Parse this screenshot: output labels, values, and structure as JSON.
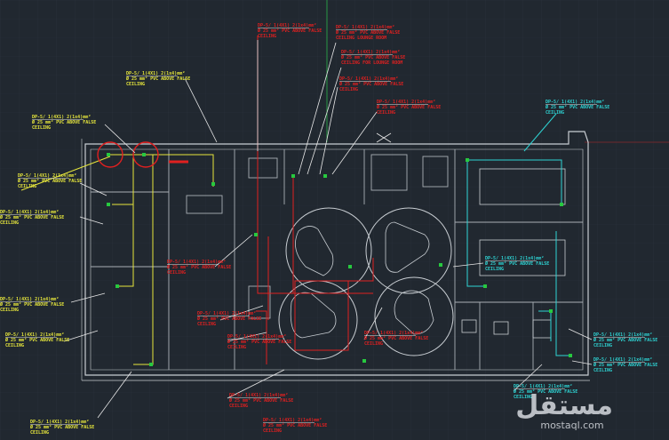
{
  "colors": {
    "background": "#212830",
    "grid": "#2a323c",
    "walls": "#c8cdd2",
    "yellow_circuit": "#e6e63c",
    "red_circuit": "#e02020",
    "cyan_circuit": "#2ed3d3",
    "green_marker": "#27c93f",
    "white_annotation": "#e8e8e8"
  },
  "labels": [
    {
      "id": "y1",
      "color": "yellow",
      "line1": "DP-5/ 1(4X1) 2(1x4)mm²",
      "line2": "Ø 25 mm² PVC ABOVE FALSE",
      "line3": "CEILING"
    },
    {
      "id": "y2",
      "color": "yellow",
      "line1": "DP-5/ 1(4X1) 2(1x4)mm²",
      "line2": "Ø 25 mm² PVC ABOVE FALSE",
      "line3": "CEILING"
    },
    {
      "id": "y3",
      "color": "yellow",
      "line1": "DP-5/ 1(4X1) 2(1x4)mm²",
      "line2": "Ø 25 mm² PVC ABOVE FALSE",
      "line3": "CEILING"
    },
    {
      "id": "y4",
      "color": "yellow",
      "line1": "DP-5/ 1(4X1) 2(1x4)mm²",
      "line2": "Ø 25 mm² PVC ABOVE FALSE",
      "line3": "CEILING"
    },
    {
      "id": "y5",
      "color": "yellow",
      "line1": "DP-5/ 1(4X1) 2(1x4)mm²",
      "line2": "Ø 25 mm² PVC ABOVE FALSE",
      "line3": "CEILING"
    },
    {
      "id": "y6",
      "color": "yellow",
      "line1": "DP-5/ 1(4X1) 2(1x4)mm²",
      "line2": "Ø 25 mm² PVC ABOVE FALSE",
      "line3": "CEILING"
    },
    {
      "id": "y7",
      "color": "yellow",
      "line1": "DP-5/ 1(4X1) 2(1x4)mm²",
      "line2": "Ø 25 mm² PVC ABOVE FALSE",
      "line3": "CEILING"
    },
    {
      "id": "r1",
      "color": "red",
      "line1": "DP-5/ 1(4X1) 2(1x4)mm²",
      "line2": "Ø 25 mm² PVC ABOVE FALSE",
      "line3": "CEILING"
    },
    {
      "id": "r2",
      "color": "red",
      "line1": "DP-5/ 1(4X1) 2(1x4)mm²",
      "line2": "Ø 25 mm² PVC ABOVE FALSE",
      "line3": "CEILING LOUNGE ROOM"
    },
    {
      "id": "r3",
      "color": "red",
      "line1": "DP-5/ 1(4X1) 2(1x4)mm²",
      "line2": "Ø 25 mm² PVC ABOVE FALSE",
      "line3": "CEILING FOR LOUNGE ROOM"
    },
    {
      "id": "r4",
      "color": "red",
      "line1": "DP-5/ 1(4X1) 2(1x4)mm²",
      "line2": "Ø 25 mm² PVC ABOVE FALSE",
      "line3": "CEILING"
    },
    {
      "id": "r5",
      "color": "red",
      "line1": "DP-5/ 1(4X1) 2(1x4)mm²",
      "line2": "Ø 25 mm² PVC ABOVE FALSE",
      "line3": "CEILING"
    },
    {
      "id": "r6",
      "color": "red",
      "line1": "DP-5/ 1(4X1) 2(1x4)mm²",
      "line2": "Ø 25 mm² PVC ABOVE FALSE",
      "line3": "CEILING"
    },
    {
      "id": "r7",
      "color": "red",
      "line1": "DP-5/ 1(4X1) 2(1x4)mm²",
      "line2": "Ø 25 mm² PVC ABOVE FALSE",
      "line3": "CEILING"
    },
    {
      "id": "r8",
      "color": "red",
      "line1": "DP-5/ 1(4X1) 2(1x4)mm²",
      "line2": "Ø 25 mm² PVC ABOVE FALSE",
      "line3": "CEILING"
    },
    {
      "id": "r9",
      "color": "red",
      "line1": "DP-5/ 1(4X1) 2(1x4)mm²",
      "line2": "Ø 25 mm² PVC ABOVE FALSE",
      "line3": "CEILING"
    },
    {
      "id": "r10",
      "color": "red",
      "line1": "DP-5/ 1(4X1) 2(1x4)mm²",
      "line2": "Ø 25 mm² PVC ABOVE FALSE",
      "line3": "CEILING"
    },
    {
      "id": "r11",
      "color": "red",
      "line1": "DP-5/ 1(4X1) 2(1x4)mm²",
      "line2": "Ø 25 mm² PVC ABOVE FALSE",
      "line3": "CEILING"
    },
    {
      "id": "c1",
      "color": "cyan",
      "line1": "DP-5/ 1(4X1) 2(1x4)mm²",
      "line2": "Ø 25 mm² PVC ABOVE FALSE",
      "line3": "CEILING"
    },
    {
      "id": "c2",
      "color": "cyan",
      "line1": "DP-5/ 1(4X1) 2(1x4)mm²",
      "line2": "Ø 25 mm² PVC ABOVE FALSE",
      "line3": "CEILING"
    },
    {
      "id": "c3",
      "color": "cyan",
      "line1": "DP-5/ 1(4X1) 2(1x4)mm²",
      "line2": "Ø 25 mm² PVC ABOVE FALSE",
      "line3": "CEILING"
    },
    {
      "id": "c4",
      "color": "cyan",
      "line1": "DP-5/ 1(4X1) 2(1x4)mm²",
      "line2": "Ø 25 mm² PVC ABOVE FALSE",
      "line3": "CEILING"
    },
    {
      "id": "c5",
      "color": "cyan",
      "line1": "DP-5/ 1(4X1) 2(1x4)mm²",
      "line2": "Ø 25 mm² PVC ABOVE FALSE",
      "line3": "CEILING"
    }
  ],
  "watermark": {
    "arabic": "مستقل",
    "latin": "mostaql.com",
    "logo_lettering": "مستقل"
  }
}
